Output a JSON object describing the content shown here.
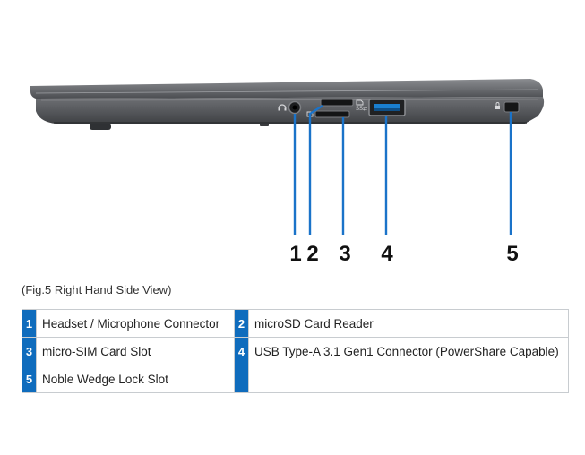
{
  "figure": {
    "callouts": [
      "1",
      "2",
      "3",
      "4",
      "5"
    ],
    "caption": "(Fig.5 Right Hand Side View)",
    "port_marks": {
      "headset_symbol": "headset-icon",
      "sd_card_symbol": "sd-card-icon",
      "usb_symbol": "usb-icon",
      "lock_symbol": "lock-icon",
      "usb_logo_text": "SS⇄"
    },
    "colors": {
      "badge": "#0f6cbd",
      "callout_line": "#1a73c9",
      "chassis": "#5d5f63"
    }
  },
  "legend": [
    [
      {
        "number": "1",
        "label": "Headset / Microphone Connector"
      },
      {
        "number": "2",
        "label": "microSD Card Reader"
      }
    ],
    [
      {
        "number": "3",
        "label": "micro-SIM Card Slot"
      },
      {
        "number": "4",
        "label": "USB Type-A 3.1 Gen1 Connector (PowerShare Capable)"
      }
    ],
    [
      {
        "number": "5",
        "label": "Noble Wedge Lock Slot"
      },
      {
        "number": "",
        "label": ""
      }
    ]
  ]
}
